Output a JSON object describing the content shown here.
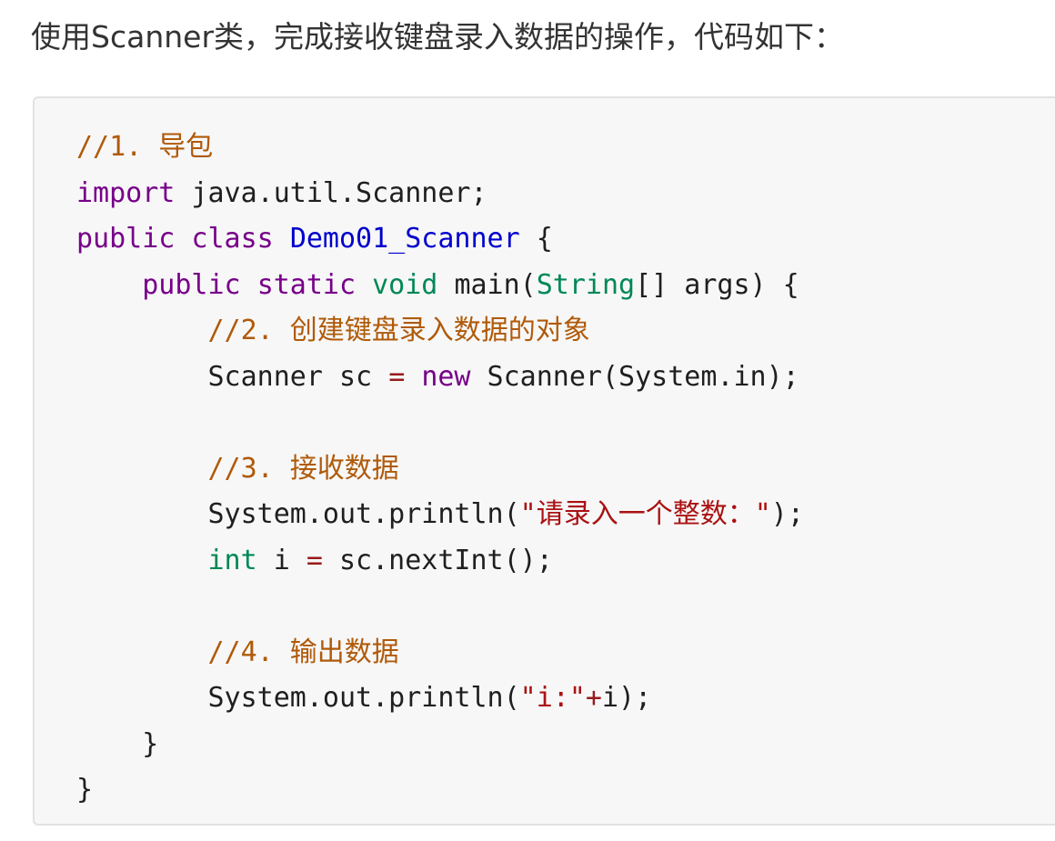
{
  "article": {
    "intro": "使用Scanner类，完成接收键盘录入数据的操作，代码如下："
  },
  "code": {
    "language": "java",
    "l1_comment": "//1. 导包",
    "l2_kw": "import",
    "l2_rest": " java.util.Scanner;",
    "l3_kw1": "public",
    "l3_kw2": "class",
    "l3_class": "Demo01_Scanner",
    "l3_brace": "{",
    "l4_kw1": "public",
    "l4_kw2": "static",
    "l4_type": "void",
    "l4_name": "main(",
    "l4_type2": "String",
    "l4_rest": "[] args) {",
    "l5_comment": "//2. 创建键盘录入数据的对象",
    "l6_a": "Scanner sc ",
    "l6_op": "=",
    "l6_kw": "new",
    "l6_b": " Scanner(System.in);",
    "l8_comment": "//3. 接收数据",
    "l9_a": "System.out.println(",
    "l9_str": "\"请录入一个整数：\"",
    "l9_b": ");",
    "l10_type": "int",
    "l10_a": " i ",
    "l10_op": "=",
    "l10_b": " sc.nextInt();",
    "l12_comment": "//4. 输出数据",
    "l13_a": "System.out.println(",
    "l13_str": "\"i:\"",
    "l13_op": "+",
    "l13_b": "i);",
    "l14_brace": "}",
    "l15_brace": "}"
  },
  "colors": {
    "comment": "#b05a08",
    "keyword": "#770088",
    "type": "#008855",
    "definition": "#0000cc",
    "string": "#aa1111",
    "operator": "#981a1a",
    "code_background": "#f7f7f8"
  }
}
